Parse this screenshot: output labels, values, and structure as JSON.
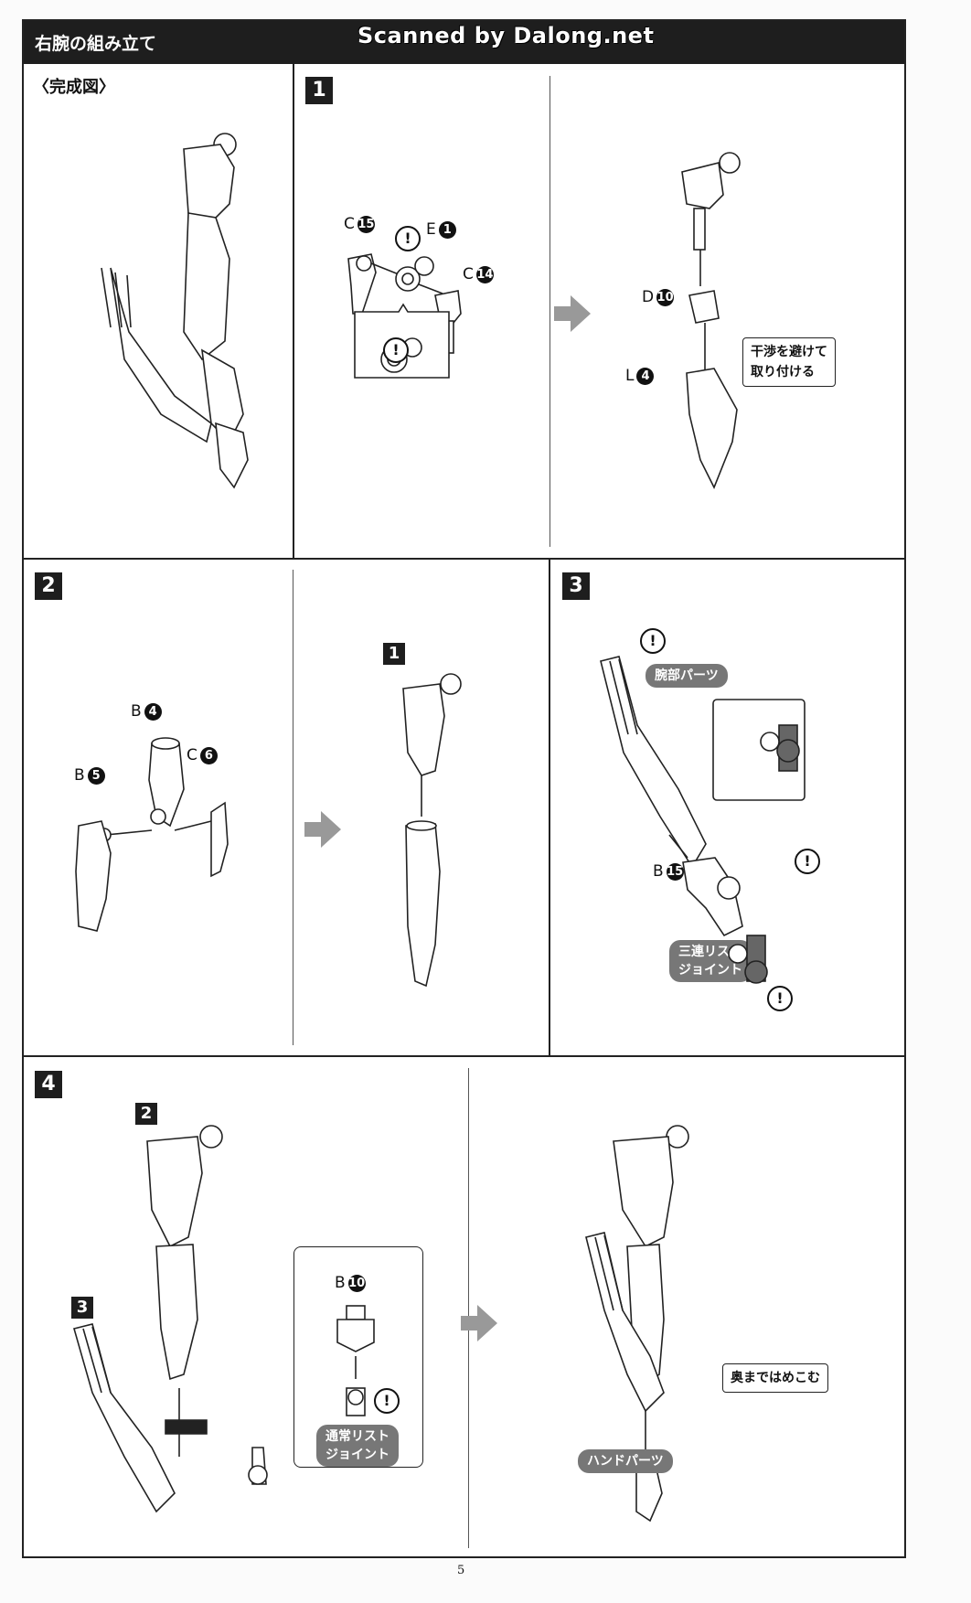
{
  "header": {
    "title": "右腕の組み立て",
    "watermark": "Scanned by Dalong.net"
  },
  "completed": {
    "label": "〈完成図〉"
  },
  "step1": {
    "number": "1",
    "parts": {
      "c15": {
        "letter": "C",
        "num": "15"
      },
      "e1": {
        "letter": "E",
        "num": "1"
      },
      "c14": {
        "letter": "C",
        "num": "14"
      },
      "d10": {
        "letter": "D",
        "num": "10"
      },
      "l4": {
        "letter": "L",
        "num": "4"
      }
    },
    "callout": "干渉を避けて\n取り付ける"
  },
  "step2": {
    "number": "2",
    "parts": {
      "b4": {
        "letter": "B",
        "num": "4"
      },
      "c6": {
        "letter": "C",
        "num": "6"
      },
      "b5": {
        "letter": "B",
        "num": "5"
      }
    },
    "ref_number": "1"
  },
  "step3": {
    "number": "3",
    "arm_label": "腕部パーツ",
    "b15": {
      "letter": "B",
      "num": "15"
    },
    "joint_label": "三連リスト\nジョイント"
  },
  "step4": {
    "number": "4",
    "ref_a": "2",
    "ref_b": "3",
    "b10": {
      "letter": "B",
      "num": "10"
    },
    "joint_label": "通常リスト\nジョイント",
    "callout": "奥まではめこむ",
    "hand_label": "ハンドパーツ"
  },
  "warning_symbol": "!",
  "page_number": "5"
}
